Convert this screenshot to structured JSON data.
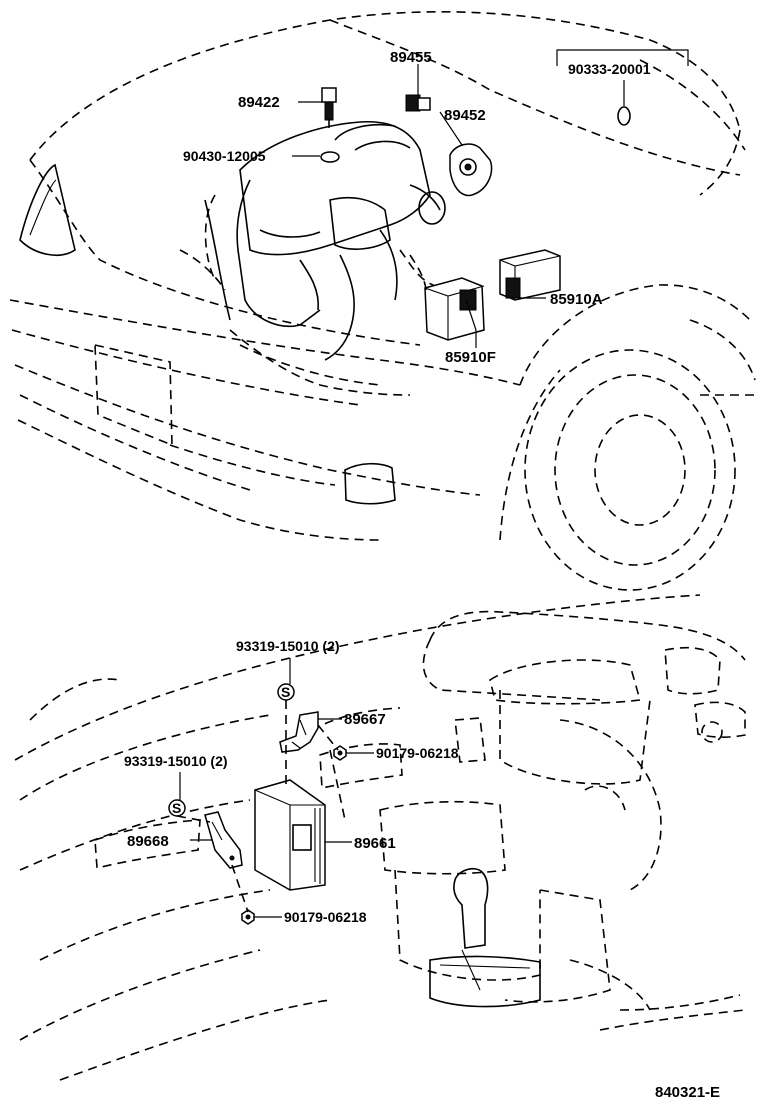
{
  "diagram": {
    "parts": {
      "p89455": "89455",
      "p89422": "89422",
      "p89452": "89452",
      "p90333": "90333-20001",
      "p90430": "90430-12005",
      "p85910A": "85910A",
      "p85910F": "85910F",
      "p93319a": "93319-15010 (2)",
      "p93319b": "93319-15010 (2)",
      "p89667": "89667",
      "p90179a": "90179-06218",
      "p89668": "89668",
      "p89661": "89661",
      "p90179b": "90179-06218"
    },
    "screw_symbol": "S",
    "figure_code": "840321-E"
  }
}
